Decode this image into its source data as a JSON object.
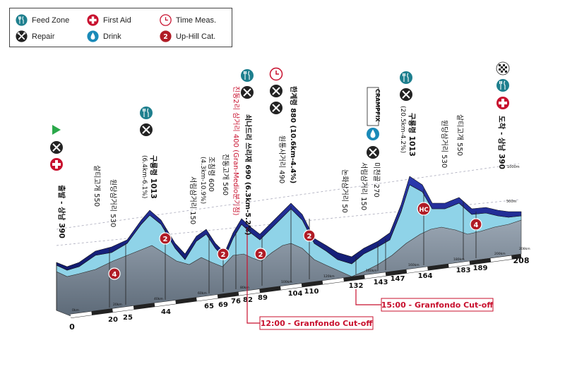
{
  "legend": {
    "items": [
      {
        "icon": "feed-zone-icon",
        "label": "Feed Zone"
      },
      {
        "icon": "repair-icon",
        "label": "Repair"
      },
      {
        "icon": "first-aid-icon",
        "label": "First Aid"
      },
      {
        "icon": "drink-icon",
        "label": "Drink"
      },
      {
        "icon": "time-measure-icon",
        "label": "Time Meas."
      },
      {
        "icon": "uphill-category-icon",
        "label": "Up-Hill Cat.",
        "badge": "2"
      }
    ]
  },
  "route": {
    "start_km": "0",
    "finish_km": "208",
    "distance_markers": [
      "20",
      "25",
      "44",
      "65",
      "69",
      "76",
      "82",
      "89",
      "104",
      "110",
      "132",
      "143",
      "147",
      "164",
      "183",
      "189"
    ],
    "km_scale_labels": [
      "0km",
      "20km",
      "40km",
      "60km",
      "80km",
      "100km",
      "120km",
      "140km",
      "160km",
      "180km",
      "200km",
      "208km"
    ],
    "elevation_scale_labels": [
      "1000m",
      "500m"
    ],
    "waypoints": [
      {
        "name": "출발 - 상남 390",
        "km": 0
      },
      {
        "name": "살티고개 550",
        "km": 20
      },
      {
        "name": "원당삼거리 530",
        "km": 25
      },
      {
        "name": "구룡령 1013",
        "note": "(6.4km-6.1%)",
        "km": 44
      },
      {
        "name": "서림삼거리 150",
        "km": 65
      },
      {
        "name": "조침령 600",
        "note": "(4.3km-10.9%)",
        "km": 69
      },
      {
        "name": "진동고개 560",
        "km": 76
      },
      {
        "name": "진동2리 삼거리 400 (Gran-Medio분기점)",
        "km": 82
      },
      {
        "name": "쇠나드리 쓰리재 690 (6.3km-5.2%)",
        "km": 89
      },
      {
        "name": "한계령 880 (10.6km-4.4%)",
        "km": 104
      },
      {
        "name": "원통사거리 490",
        "km": 110
      },
      {
        "name": "논화삼거리 50",
        "km": 132
      },
      {
        "name": "서림삼거리 150",
        "km": 143
      },
      {
        "name": "미천골 270",
        "km": 147
      },
      {
        "name": "구룡령 1013",
        "note": "(20.5km-4.2%)",
        "km": 164
      },
      {
        "name": "원당삼거리 530",
        "km": 183
      },
      {
        "name": "살티고개 550",
        "km": 189
      },
      {
        "name": "도착 - 상남 390",
        "km": 208
      }
    ],
    "climbs": [
      {
        "km": 20,
        "category": "4"
      },
      {
        "km": 44,
        "category": "2"
      },
      {
        "km": 69,
        "category": "2"
      },
      {
        "km": 82,
        "category": "2"
      },
      {
        "km": 104,
        "category": "2"
      },
      {
        "km": 164,
        "category": "HC"
      },
      {
        "km": 183,
        "category": "4"
      }
    ],
    "sponsor_badge": "CRAMPFIX",
    "cutoffs": [
      {
        "label": "12:00 - Granfondo Cut-off",
        "km": 82
      },
      {
        "label": "15:00 - Granfondo Cut-off",
        "km": 132
      }
    ]
  },
  "colors": {
    "profile_fill": "#1f2a8f",
    "profile_highlight": "#8fd3e8",
    "profile_side": "#7c8a9a",
    "feed_zone": "#1e7f8e",
    "first_aid": "#c8102e",
    "drink": "#1a8ab8",
    "uphill_badge": "#b01c26",
    "start_flag": "#2aa84a",
    "cutoff_line": "#c8102e"
  }
}
